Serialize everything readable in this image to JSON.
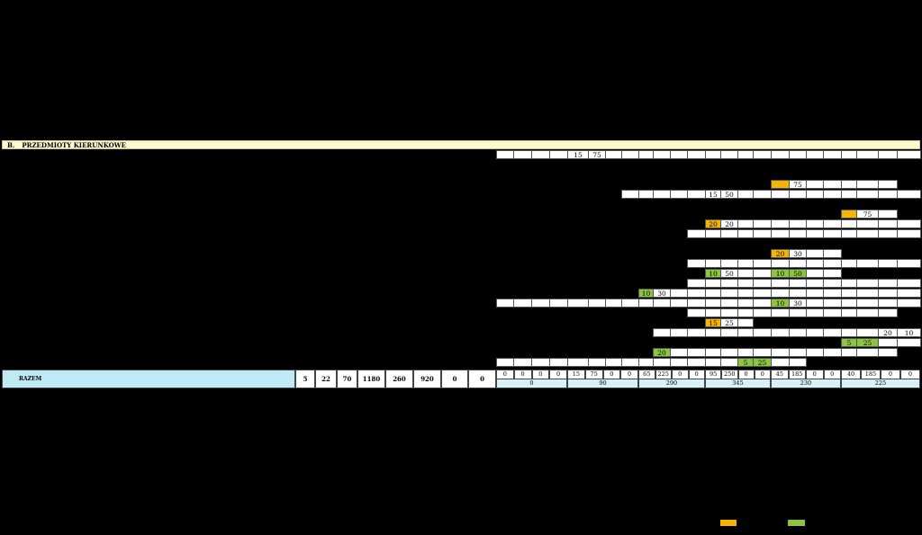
{
  "section": {
    "letter": "B.",
    "title": "PRZEDMIOTY KIERUNKOWE"
  },
  "colors": {
    "orange": "#f4b400",
    "green": "#8cc63f",
    "banner": "#fff9d2",
    "total_row": "#bfe9f4"
  },
  "rows": [
    {
      "cells": [
        {
          "v": ""
        },
        {
          "v": ""
        },
        {
          "v": ""
        },
        {
          "v": ""
        },
        {
          "v": "15"
        },
        {
          "v": "75"
        },
        {
          "v": ""
        },
        {
          "v": ""
        },
        {
          "v": ""
        },
        {
          "v": ""
        },
        {
          "v": ""
        },
        {
          "v": ""
        },
        {
          "v": ""
        },
        {
          "v": ""
        },
        {
          "v": ""
        },
        {
          "v": ""
        },
        {
          "v": ""
        },
        {
          "v": ""
        },
        {
          "v": ""
        },
        {
          "v": ""
        },
        {
          "v": ""
        },
        {
          "v": ""
        },
        {
          "v": ""
        },
        {
          "v": ""
        }
      ]
    },
    {
      "cells": [
        {
          "v": "",
          "c": "orange"
        },
        {
          "v": "75"
        },
        {
          "v": ""
        },
        {
          "v": ""
        },
        {
          "v": ""
        },
        {
          "v": ""
        },
        {
          "v": ""
        }
      ]
    },
    {
      "cells": [
        {
          "v": ""
        },
        {
          "v": ""
        },
        {
          "v": ""
        },
        {
          "v": ""
        },
        {
          "v": ""
        },
        {
          "v": "15"
        },
        {
          "v": "50"
        },
        {
          "v": ""
        },
        {
          "v": ""
        },
        {
          "v": ""
        },
        {
          "v": ""
        },
        {
          "v": ""
        },
        {
          "v": ""
        },
        {
          "v": ""
        },
        {
          "v": ""
        },
        {
          "v": ""
        },
        {
          "v": ""
        }
      ]
    },
    {
      "cells": [
        {
          "v": "",
          "c": "orange"
        },
        {
          "v": "75"
        },
        {
          "v": ""
        }
      ]
    },
    {
      "cells": [
        {
          "v": "20",
          "c": "orange"
        },
        {
          "v": "20"
        },
        {
          "v": ""
        },
        {
          "v": ""
        },
        {
          "v": ""
        },
        {
          "v": ""
        },
        {
          "v": ""
        },
        {
          "v": ""
        },
        {
          "v": ""
        },
        {
          "v": ""
        },
        {
          "v": ""
        },
        {
          "v": ""
        },
        {
          "v": ""
        }
      ]
    },
    {
      "cells": [
        {
          "v": ""
        },
        {
          "v": ""
        },
        {
          "v": ""
        },
        {
          "v": ""
        },
        {
          "v": ""
        },
        {
          "v": ""
        },
        {
          "v": ""
        },
        {
          "v": ""
        },
        {
          "v": ""
        },
        {
          "v": ""
        },
        {
          "v": ""
        },
        {
          "v": ""
        },
        {
          "v": ""
        },
        {
          "v": ""
        }
      ]
    },
    {
      "cells": [
        {
          "v": "20",
          "c": "orange"
        },
        {
          "v": "30"
        },
        {
          "v": ""
        },
        {
          "v": ""
        }
      ]
    },
    {
      "cells": [
        {
          "v": ""
        },
        {
          "v": ""
        },
        {
          "v": ""
        },
        {
          "v": ""
        },
        {
          "v": ""
        },
        {
          "v": ""
        },
        {
          "v": ""
        },
        {
          "v": ""
        },
        {
          "v": ""
        },
        {
          "v": ""
        },
        {
          "v": ""
        },
        {
          "v": ""
        },
        {
          "v": ""
        },
        {
          "v": ""
        }
      ]
    },
    {
      "cells": [
        {
          "v": "10",
          "c": "green"
        },
        {
          "v": "50"
        },
        {
          "v": ""
        },
        {
          "v": ""
        },
        {
          "v": "10",
          "c": "green"
        },
        {
          "v": "50",
          "c": "green"
        },
        {
          "v": ""
        },
        {
          "v": ""
        }
      ]
    },
    {
      "cells": [
        {
          "v": ""
        },
        {
          "v": ""
        },
        {
          "v": ""
        },
        {
          "v": ""
        },
        {
          "v": ""
        },
        {
          "v": ""
        },
        {
          "v": ""
        },
        {
          "v": ""
        },
        {
          "v": ""
        },
        {
          "v": ""
        },
        {
          "v": ""
        },
        {
          "v": ""
        },
        {
          "v": ""
        }
      ]
    },
    {
      "cells": [
        {
          "v": "10",
          "c": "green"
        },
        {
          "v": "30"
        },
        {
          "v": ""
        },
        {
          "v": ""
        },
        {
          "v": ""
        },
        {
          "v": ""
        },
        {
          "v": ""
        },
        {
          "v": ""
        },
        {
          "v": ""
        },
        {
          "v": ""
        },
        {
          "v": ""
        },
        {
          "v": ""
        },
        {
          "v": ""
        },
        {
          "v": ""
        },
        {
          "v": ""
        },
        {
          "v": ""
        }
      ]
    },
    {
      "cells": [
        {
          "v": ""
        },
        {
          "v": ""
        },
        {
          "v": ""
        },
        {
          "v": ""
        },
        {
          "v": ""
        },
        {
          "v": ""
        },
        {
          "v": ""
        },
        {
          "v": ""
        },
        {
          "v": ""
        },
        {
          "v": ""
        },
        {
          "v": ""
        },
        {
          "v": ""
        },
        {
          "v": ""
        },
        {
          "v": ""
        },
        {
          "v": ""
        },
        {
          "v": ""
        },
        {
          "v": "10",
          "c": "green"
        },
        {
          "v": "30"
        },
        {
          "v": ""
        },
        {
          "v": ""
        },
        {
          "v": ""
        },
        {
          "v": ""
        },
        {
          "v": ""
        },
        {
          "v": ""
        }
      ]
    },
    {
      "cells": [
        {
          "v": ""
        },
        {
          "v": ""
        },
        {
          "v": ""
        },
        {
          "v": ""
        },
        {
          "v": ""
        },
        {
          "v": ""
        },
        {
          "v": ""
        },
        {
          "v": ""
        },
        {
          "v": ""
        },
        {
          "v": ""
        },
        {
          "v": ""
        },
        {
          "v": ""
        }
      ]
    },
    {
      "cells": [
        {
          "v": "15",
          "c": "orange"
        },
        {
          "v": "25"
        },
        {
          "v": ""
        }
      ]
    },
    {
      "cells": [
        {
          "v": ""
        },
        {
          "v": ""
        },
        {
          "v": ""
        },
        {
          "v": ""
        },
        {
          "v": ""
        },
        {
          "v": ""
        },
        {
          "v": ""
        },
        {
          "v": ""
        },
        {
          "v": ""
        },
        {
          "v": ""
        },
        {
          "v": ""
        },
        {
          "v": ""
        },
        {
          "v": ""
        },
        {
          "v": "20"
        },
        {
          "v": "10"
        },
        {
          "v": ""
        },
        {
          "v": ""
        }
      ]
    },
    {
      "cells": [
        {
          "v": "5",
          "c": "green"
        },
        {
          "v": "25",
          "c": "green"
        },
        {
          "v": ""
        },
        {
          "v": ""
        }
      ]
    },
    {
      "cells": [
        {
          "v": "20",
          "c": "green"
        },
        {
          "v": ""
        },
        {
          "v": ""
        },
        {
          "v": ""
        },
        {
          "v": ""
        },
        {
          "v": ""
        },
        {
          "v": ""
        },
        {
          "v": ""
        },
        {
          "v": ""
        },
        {
          "v": ""
        },
        {
          "v": ""
        },
        {
          "v": ""
        },
        {
          "v": ""
        },
        {
          "v": ""
        }
      ]
    },
    {
      "cells": [
        {
          "v": ""
        },
        {
          "v": ""
        },
        {
          "v": ""
        },
        {
          "v": ""
        },
        {
          "v": ""
        },
        {
          "v": ""
        },
        {
          "v": ""
        },
        {
          "v": ""
        },
        {
          "v": ""
        },
        {
          "v": ""
        },
        {
          "v": ""
        },
        {
          "v": ""
        },
        {
          "v": ""
        },
        {
          "v": ""
        },
        {
          "v": "5",
          "c": "green"
        },
        {
          "v": "25",
          "c": "green"
        },
        {
          "v": ""
        },
        {
          "v": ""
        }
      ]
    }
  ],
  "total": {
    "label": "RAZEM",
    "numbers": [
      "5",
      "22",
      "70",
      "1180",
      "260",
      "920",
      "0",
      "0"
    ],
    "semesters": [
      {
        "hours": [
          "0",
          "0",
          "0",
          "0"
        ],
        "sum": "0"
      },
      {
        "hours": [
          "15",
          "75",
          "0",
          "0"
        ],
        "sum": "90"
      },
      {
        "hours": [
          "65",
          "225",
          "0",
          "0"
        ],
        "sum": "290"
      },
      {
        "hours": [
          "95",
          "250",
          "0",
          "0"
        ],
        "sum": "345"
      },
      {
        "hours": [
          "45",
          "185",
          "0",
          "0"
        ],
        "sum": "230"
      },
      {
        "hours": [
          "40",
          "185",
          "0",
          "0"
        ],
        "sum": "225"
      }
    ]
  }
}
